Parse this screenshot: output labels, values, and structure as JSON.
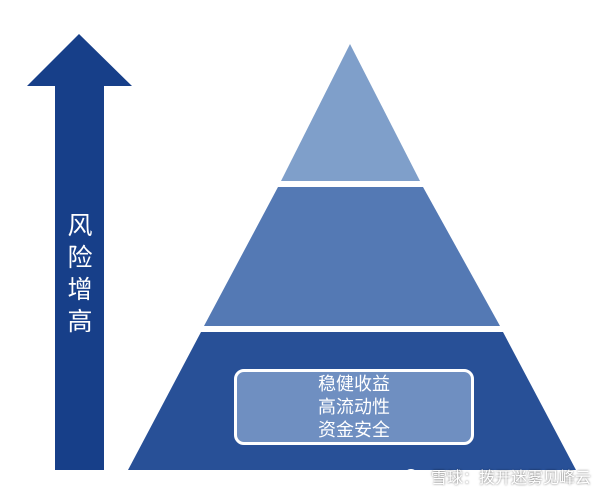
{
  "arrow": {
    "label_chars": [
      "风",
      "险",
      "增",
      "高"
    ],
    "color": "#173f89"
  },
  "pyramid": {
    "top_color": "#7f9fca",
    "middle_color": "#5479b4",
    "bottom_color": "#285097",
    "base_box": {
      "lines": [
        "稳健收益",
        "高流动性",
        "资金安全"
      ]
    }
  },
  "watermark": {
    "icon": "snowball-logo-icon",
    "text": "雪球：拨开迷雾见峰云"
  }
}
